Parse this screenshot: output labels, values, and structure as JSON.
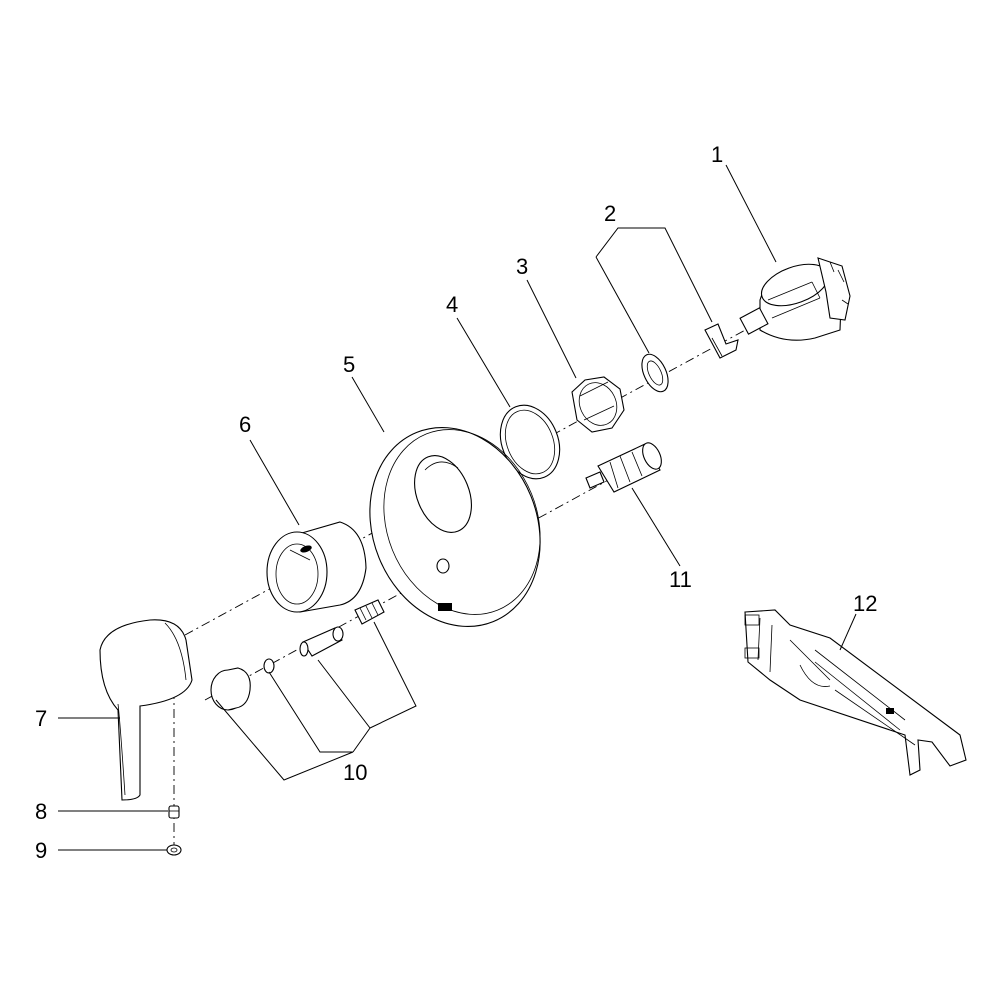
{
  "diagram": {
    "type": "exploded-parts-view",
    "callouts": [
      {
        "id": "1",
        "label": "1"
      },
      {
        "id": "2",
        "label": "2"
      },
      {
        "id": "3",
        "label": "3"
      },
      {
        "id": "4",
        "label": "4"
      },
      {
        "id": "5",
        "label": "5"
      },
      {
        "id": "6",
        "label": "6"
      },
      {
        "id": "7",
        "label": "7"
      },
      {
        "id": "8",
        "label": "8"
      },
      {
        "id": "9",
        "label": "9"
      },
      {
        "id": "10",
        "label": "10"
      },
      {
        "id": "11",
        "label": "11"
      },
      {
        "id": "12",
        "label": "12"
      }
    ]
  }
}
